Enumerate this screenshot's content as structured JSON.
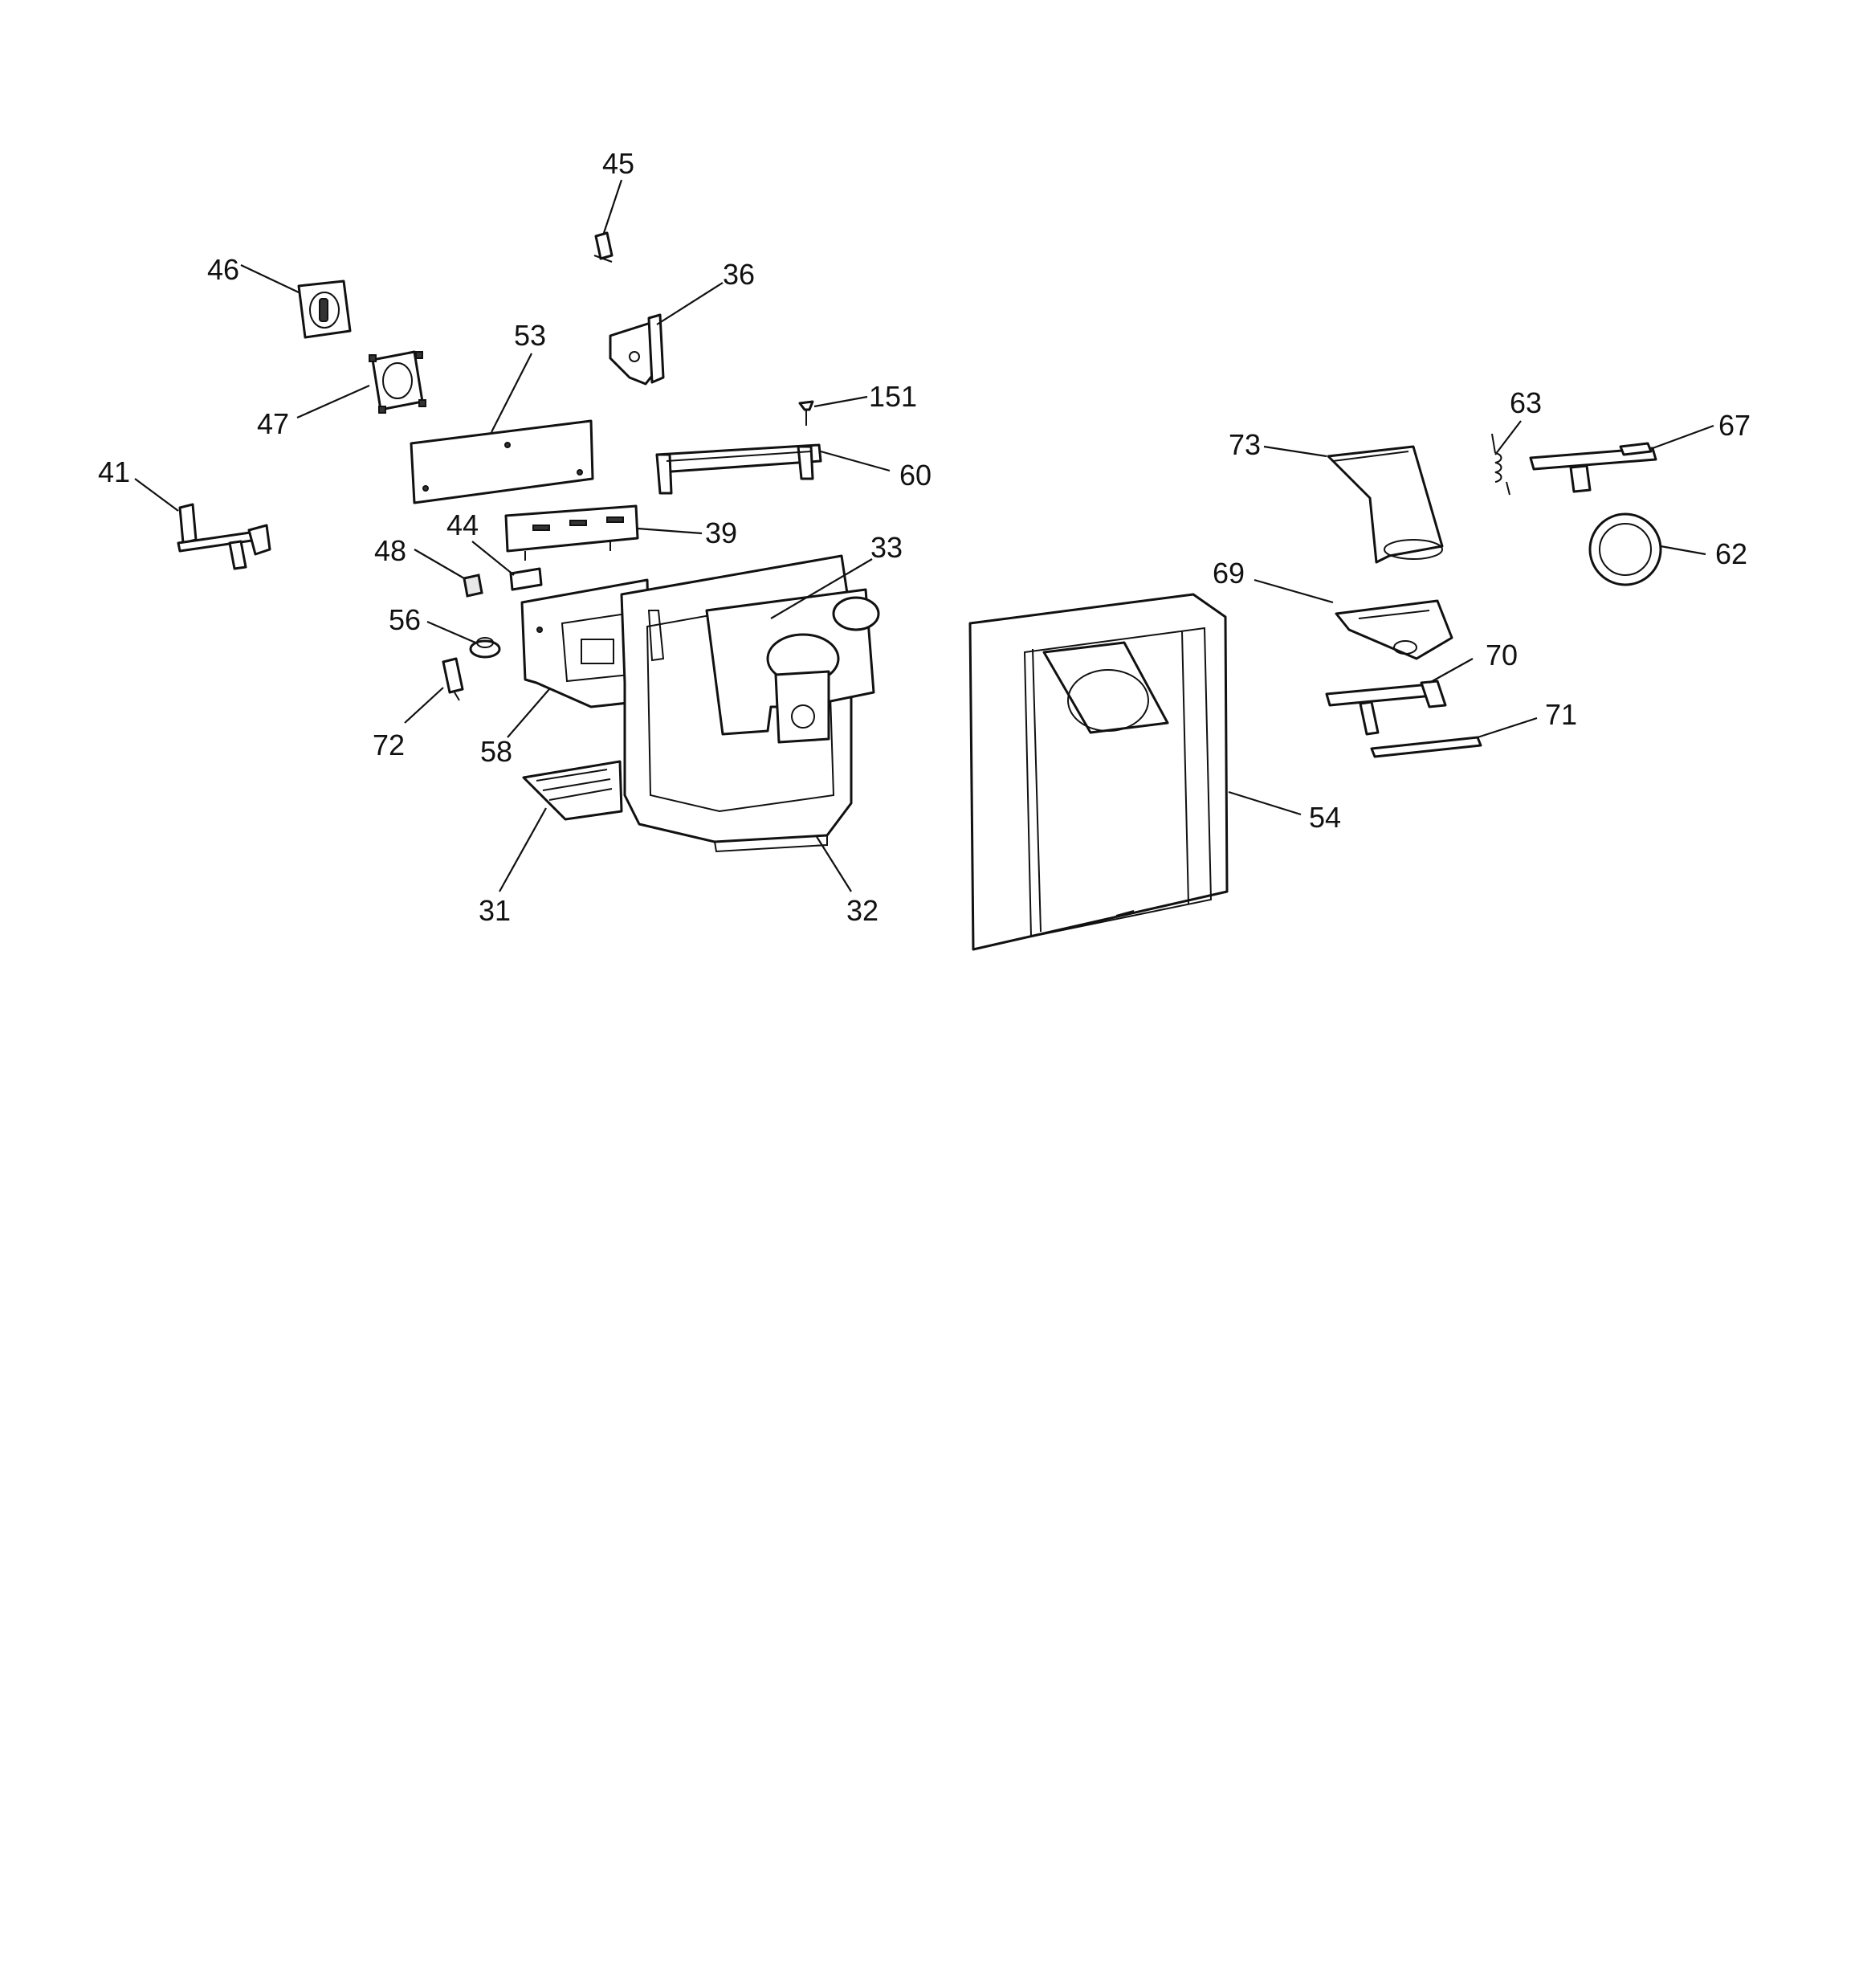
{
  "labels": {
    "p45": "45",
    "p46": "46",
    "p36": "36",
    "p53": "53",
    "p47": "47",
    "p151": "151",
    "p41": "41",
    "p60": "60",
    "p44": "44",
    "p39": "39",
    "p48": "48",
    "p33": "33",
    "p56": "56",
    "p72": "72",
    "p58": "58",
    "p31": "31",
    "p32": "32",
    "p73": "73",
    "p63": "63",
    "p67": "67",
    "p62": "62",
    "p69": "69",
    "p70": "70",
    "p71": "71",
    "p54": "54"
  }
}
